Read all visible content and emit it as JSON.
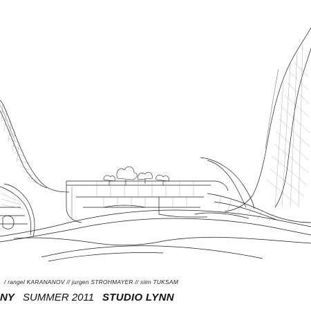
{
  "credits": {
    "prefix": "/",
    "names": "rangel KARANANOV // jurgen STROHMAYER // siim TUKSAM"
  },
  "footer": {
    "left_fragment": "NY",
    "season": "SUMMER 2011",
    "studio": "STUDIO LYNN"
  },
  "colors": {
    "background": "#ffffff",
    "line": "#1a1a1a",
    "hatch": "#8a8a8a"
  }
}
